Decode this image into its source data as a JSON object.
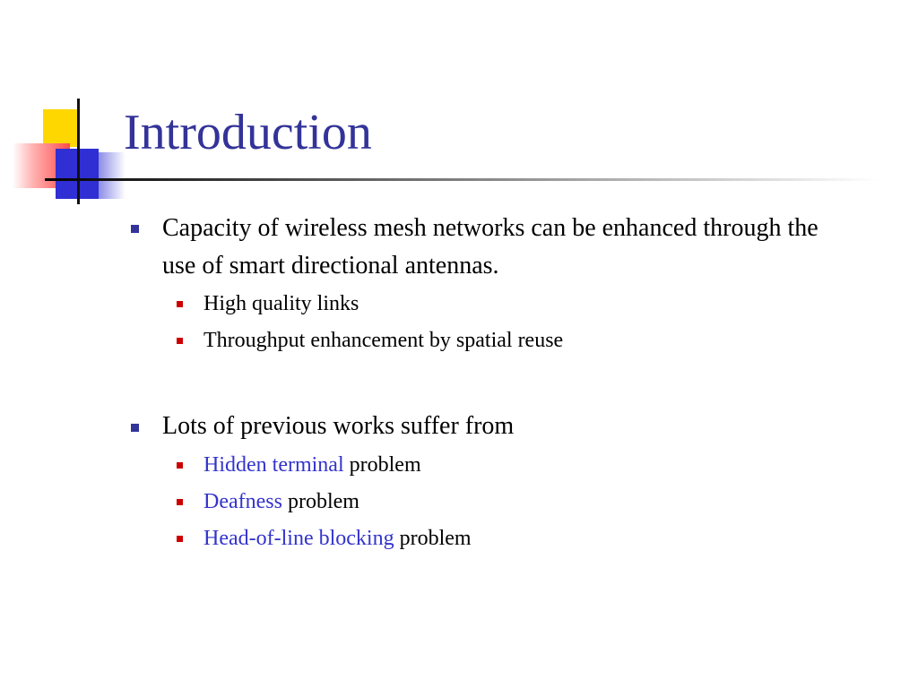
{
  "slide": {
    "title": "Introduction",
    "bullets": [
      {
        "text": "Capacity of wireless mesh networks can be enhanced through the use of smart directional antennas.",
        "sub": [
          {
            "text": "High quality links"
          },
          {
            "text": "Throughput enhancement by spatial reuse"
          }
        ]
      },
      {
        "text": "Lots of previous works suffer from",
        "sub": [
          {
            "highlight": "Hidden terminal",
            "text": " problem"
          },
          {
            "highlight": "Deafness",
            "text": " problem"
          },
          {
            "highlight": "Head-of-line blocking",
            "text": " problem"
          }
        ]
      }
    ]
  },
  "colors": {
    "title": "#333399",
    "level1_bullet": "#333399",
    "level2_bullet": "#cc0000",
    "highlight": "#3333cc",
    "text": "#000000"
  }
}
